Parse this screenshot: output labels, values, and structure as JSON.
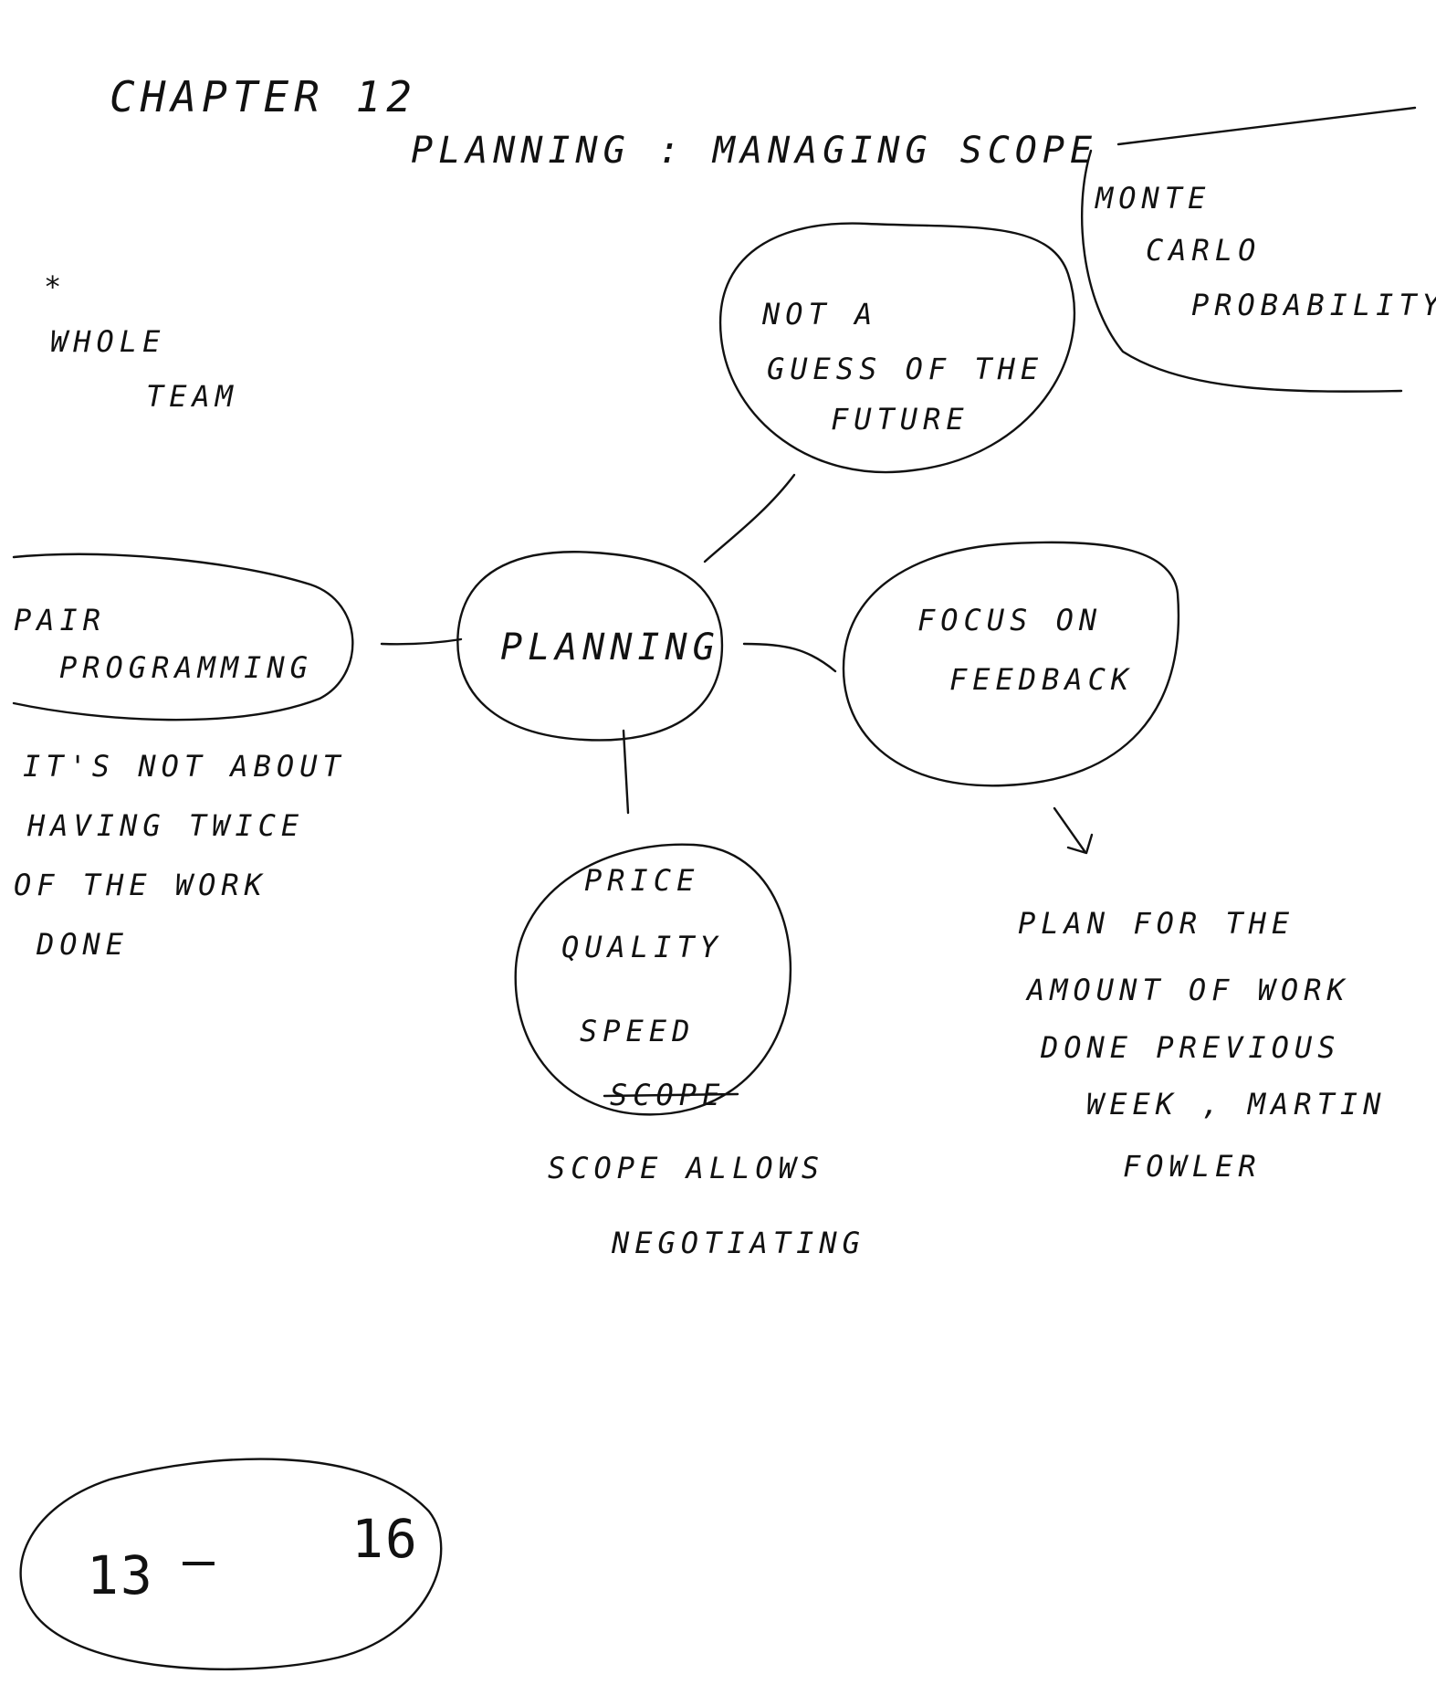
{
  "title": "CHAPTER 12",
  "subtitle": "PLANNING : MANAGING SCOPE",
  "side_note": {
    "bullet": "*",
    "lines": [
      "WHOLE",
      "TEAM"
    ]
  },
  "center_node": {
    "label": "PLANNING"
  },
  "nodes": {
    "guess": {
      "lines": [
        "NOT A",
        "GUESS OF THE",
        "FUTURE"
      ]
    },
    "monte_carlo": {
      "lines": [
        "MONTE",
        "CARLO",
        "PROBABILITY"
      ]
    },
    "pair": {
      "lines": [
        "PAIR",
        "PROGRAMMING"
      ]
    },
    "feedback": {
      "lines": [
        "FOCUS ON",
        "FEEDBACK"
      ]
    },
    "triangle": {
      "lines": [
        "PRICE",
        "QUALITY",
        "SPEED"
      ],
      "struck": "SCOPE"
    }
  },
  "notes": {
    "pair": [
      "IT'S NOT ABOUT",
      "HAVING TWICE",
      "OF THE WORK",
      "DONE"
    ],
    "scope": [
      "SCOPE ALLOWS",
      "NEGOTIATING"
    ],
    "feedback": [
      "PLAN FOR THE",
      "AMOUNT OF WORK",
      "DONE PREVIOUS",
      "WEEK , MARTIN",
      "FOWLER"
    ]
  },
  "page_range": {
    "start": "13",
    "dash": "—",
    "end": "16"
  }
}
